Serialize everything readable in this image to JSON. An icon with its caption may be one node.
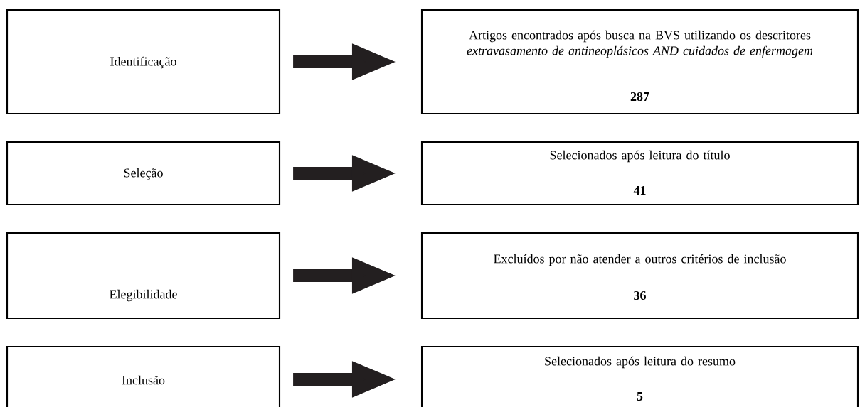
{
  "diagram": {
    "nodes": [
      {
        "text": [
          "Identificação"
        ]
      },
      {
        "text": [
          "Artigos encontrados após busca na BVS utilizando os descritores *extravasamento de antineoplásicos AND cuidados de enfermagem*",
          "287"
        ]
      },
      {
        "text": [
          "Seleção"
        ]
      },
      {
        "text": [
          "Selecionados após leitura do título",
          "41"
        ]
      },
      {
        "text": [
          "Elegibilidade"
        ]
      },
      {
        "text": [
          "Excluídos por não atender a outros critérios de inclusão",
          "36"
        ]
      },
      {
        "text": [
          "Inclusão"
        ]
      },
      {
        "text": [
          "Selecionados após leitura do resumo",
          "5"
        ]
      }
    ],
    "edges": [
      {
        "from": 0,
        "to": 1,
        "arrow": "to"
      },
      {
        "from": 2,
        "to": 3,
        "arrow": "to"
      },
      {
        "from": 4,
        "to": 5,
        "arrow": "to"
      },
      {
        "from": 6,
        "to": 7,
        "arrow": "to"
      }
    ]
  }
}
